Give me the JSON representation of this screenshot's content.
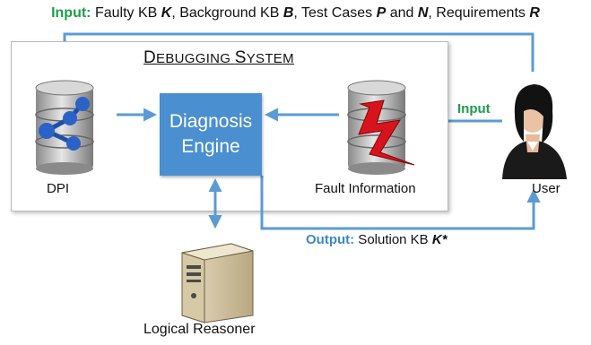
{
  "top_input": {
    "label": "Input:",
    "t1": " Faulty KB ",
    "k": "K",
    "t2": ", Background KB ",
    "b": "B",
    "t3": ", Test Cases ",
    "p": "P",
    "t4": " and ",
    "n": "N",
    "t5": ", Requirements ",
    "r": "R"
  },
  "system": {
    "title_first": "D",
    "title_rest1": "EBUGGING ",
    "title_second": "S",
    "title_rest2": "YSTEM"
  },
  "engine": {
    "line1": "Diagnosis",
    "line2": "Engine"
  },
  "dpi": {
    "label": "DPI"
  },
  "fault": {
    "label": "Fault Information"
  },
  "user": {
    "label": "User",
    "input_label": "Input"
  },
  "output": {
    "label": "Output:",
    "text": "  Solution KB ",
    "k": "K*"
  },
  "reasoner": {
    "label": "Logical Reasoner"
  },
  "colors": {
    "arrow": "#5b9bd5",
    "green": "#1e9e4a",
    "engine": "#4a8fd0",
    "bolt": "#d7141e"
  }
}
